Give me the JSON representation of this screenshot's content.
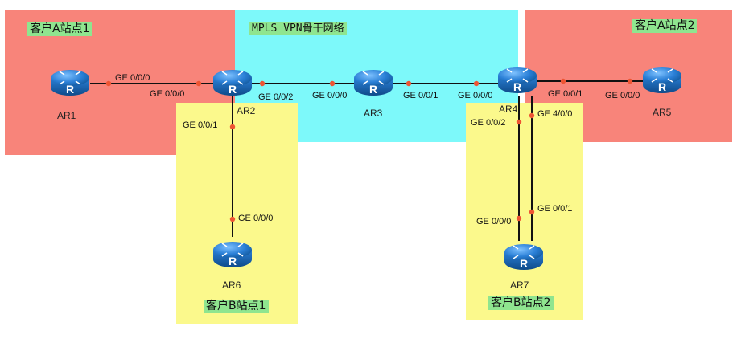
{
  "zones": {
    "site_a1": "客户A站点1",
    "backbone": "MPLS VPN骨干网络",
    "site_a2": "客户A站点2",
    "site_b1": "客户B站点1",
    "site_b2": "客户B站点2"
  },
  "colors": {
    "site_a": "#f8847a",
    "backbone": "#7df9fa",
    "site_b": "#fbf98c",
    "label_bg": "#8fe58f",
    "link_dot": "#ee5533",
    "router_blue": "#2a7fd6"
  },
  "router_icon": "router-icon",
  "routers": {
    "ar1": "AR1",
    "ar2": "AR2",
    "ar3": "AR3",
    "ar4": "AR4",
    "ar5": "AR5",
    "ar6": "AR6",
    "ar7": "AR7"
  },
  "ports": {
    "ar1_ge000": "GE 0/0/0",
    "ar2_ge000": "GE 0/0/0",
    "ar2_ge002": "GE 0/0/2",
    "ar2_ge001": "GE 0/0/1",
    "ar3_ge000": "GE 0/0/0",
    "ar3_ge001": "GE 0/0/1",
    "ar4_ge000": "GE 0/0/0",
    "ar4_ge001": "GE 0/0/1",
    "ar4_ge002": "GE 0/0/2",
    "ar4_ge400": "GE 4/0/0",
    "ar5_ge000": "GE 0/0/0",
    "ar6_ge000": "GE 0/0/0",
    "ar7_ge000": "GE 0/0/0",
    "ar7_ge001": "GE 0/0/1"
  }
}
